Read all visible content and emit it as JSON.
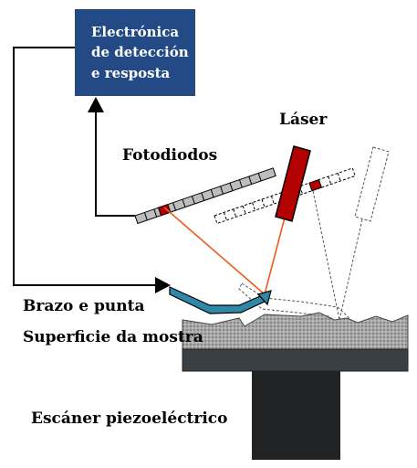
{
  "labels": {
    "electronics_line1": "Electrónica",
    "electronics_line2": "de detección",
    "electronics_line3": "e resposta",
    "laser": "Láser",
    "photodiodes": "Fotodiodos",
    "cantilever": "Brazo e punta",
    "surface": "Superficie da mostra",
    "scanner": "Escáner piezoeléctrico"
  },
  "colors": {
    "electronics_box": "#234a85",
    "laser_body": "#b30000",
    "beam": "#ee5a1a",
    "cantilever": "#2e88a8",
    "sample_surface": "#9a9a9a",
    "sample_base": "#3a3f44",
    "scanner": "#212324",
    "photodiode_cell": "#bdbdbd",
    "photodiode_active": "#b30000"
  }
}
